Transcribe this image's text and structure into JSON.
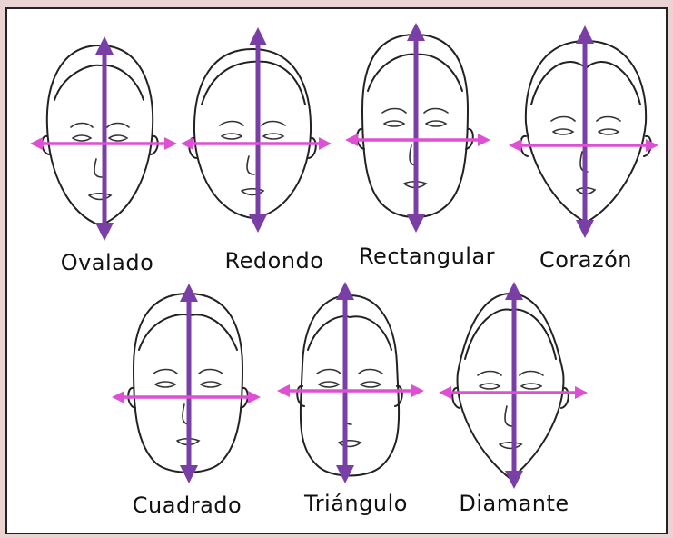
{
  "colors": {
    "vertical_arrow": "#7a3fa6",
    "horizontal_arrow": "#dd4fd3",
    "outline": "#222222",
    "background": "#ffffff"
  },
  "faces": [
    {
      "id": "ovalado",
      "label": "Ovalado"
    },
    {
      "id": "redondo",
      "label": "Redondo"
    },
    {
      "id": "rectangular",
      "label": "Rectangular"
    },
    {
      "id": "corazon",
      "label": "Corazón"
    },
    {
      "id": "cuadrado",
      "label": "Cuadrado"
    },
    {
      "id": "triangulo",
      "label": "Triángulo"
    },
    {
      "id": "diamante",
      "label": "Diamante"
    }
  ]
}
